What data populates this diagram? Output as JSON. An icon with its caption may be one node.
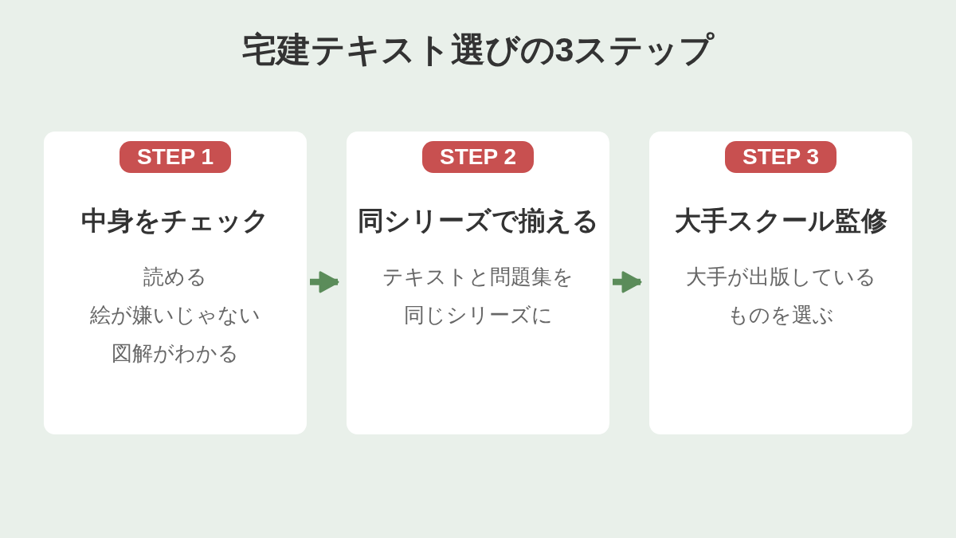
{
  "diagram": {
    "title": "宅建テキスト選びの3ステップ",
    "nodes": [
      {
        "text": [
          "中身をチェック",
          "読める",
          "絵が嫌いじゃない",
          "図解がわかる"
        ]
      },
      {
        "text": [
          "STEP 1"
        ],
        "in": 0
      },
      {
        "text": [
          "同シリーズで揃える",
          "テキストと問題集を同じシリーズに"
        ]
      },
      {
        "text": [
          "STEP 2"
        ],
        "in": 2
      },
      {
        "text": [
          "大手スクール監修",
          "大手が出版しているものを選ぶ"
        ]
      },
      {
        "text": [
          "STEP 3"
        ],
        "in": 4
      }
    ],
    "edges": [
      {
        "from": 0,
        "to": 2,
        "arrow": "to"
      },
      {
        "from": 2,
        "to": 4,
        "arrow": "to"
      }
    ]
  }
}
